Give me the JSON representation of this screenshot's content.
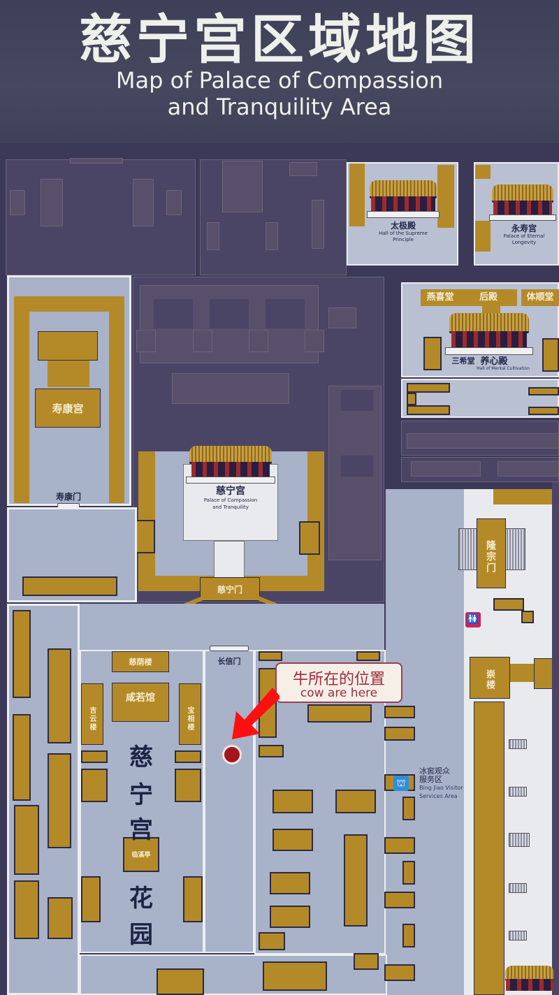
{
  "header": {
    "title_cn": "慈宁宫区域地图",
    "title_en_line1": "Map of Palace of Compassion",
    "title_en_line2": "and Tranquility Area"
  },
  "colors": {
    "header_bg": "#3f4158",
    "restricted_area": "#58506a",
    "open_area": "#a8b2c8",
    "building": "#b48a28",
    "marker": "#a4161c",
    "arrow": "#ff1010",
    "callout_text": "#a02c3a",
    "restroom": "#c2285e",
    "service": "#2f8ed8"
  },
  "buildings": {
    "taiji": {
      "cn": "太极殿",
      "en": "Hall of the Supreme Principle"
    },
    "yongshou": {
      "cn": "永寿宫",
      "en": "Palace of Eternal Longevity"
    },
    "yanxi": {
      "cn": "燕喜堂"
    },
    "houdian": {
      "cn": "后殿"
    },
    "tishun": {
      "cn": "体顺堂"
    },
    "sanxitang": {
      "cn": "三希堂"
    },
    "yangxin": {
      "cn": "养心殿",
      "en": "Hall of Mental Cultivation"
    },
    "shoukang": {
      "cn": "寿康宫"
    },
    "shoukang_gate": {
      "cn": "寿康门"
    },
    "cining": {
      "cn": "慈宁宫",
      "en_line1": "Palace of Compassion",
      "en_line2": "and Tranquility"
    },
    "cining_gate": {
      "cn": "慈宁门"
    },
    "longzong_gate": {
      "cn": "隆宗门"
    },
    "chonglou": {
      "cn": "崇楼"
    },
    "changxin_gate": {
      "cn": "长信门"
    },
    "ciyinlou": {
      "cn": "慈荫楼"
    },
    "xianruoguan": {
      "cn": "咸若馆"
    },
    "jiyunlou": {
      "cn": "吉云楼"
    },
    "baoxianglou": {
      "cn": "宝相楼"
    },
    "linxiting": {
      "cn": "临溪亭"
    }
  },
  "garden": {
    "chars": [
      "慈",
      "宁",
      "宫",
      "花",
      "园"
    ]
  },
  "service_area": {
    "cn_line1": "冰窖观众",
    "cn_line2": "服务区",
    "en_line1": "Bing Jiao Visitor",
    "en_line2": "Services Area"
  },
  "icons": {
    "restroom": "🚻",
    "service": "⛫"
  },
  "callout": {
    "cn": "牛所在的位置",
    "en": "cow are here"
  }
}
